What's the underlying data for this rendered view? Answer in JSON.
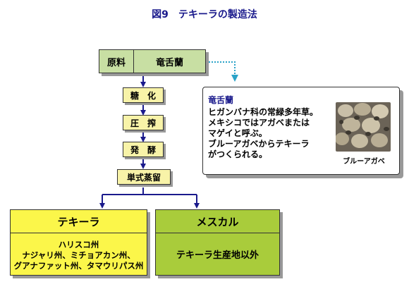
{
  "title": "図9　テキーラの製造法",
  "material": {
    "label": "原料",
    "value": "竜舌蘭"
  },
  "steps": [
    "糖　化",
    "圧　搾",
    "発　酵",
    "単式蒸留"
  ],
  "note": {
    "title": "竜舌蘭",
    "lines": [
      "ヒガンバナ科の常緑多年草。",
      "メキシコではアガベまたは",
      "マゲイと呼ぶ。",
      "ブルーアガベからテキーラ",
      "がつくられる。"
    ],
    "photo_caption": "ブルーアガベ"
  },
  "outputs": [
    {
      "name": "テキーラ",
      "lines": [
        "ハリスコ州",
        "ナジャリ州、ミチョアカン州、",
        "グアナファット州、タマウリパス州"
      ]
    },
    {
      "name": "メスカル",
      "lines": [
        "テキーラ生産地以外"
      ]
    }
  ],
  "colors": {
    "arrow": "#1a1a8c",
    "dotted_arrow": "#2ba3c8",
    "material_fill": "#c8dfa3",
    "step_fill": "#f8f3a8",
    "tequila_fill": "#fbf64a",
    "mezcal_fill": "#a9cc3b"
  }
}
